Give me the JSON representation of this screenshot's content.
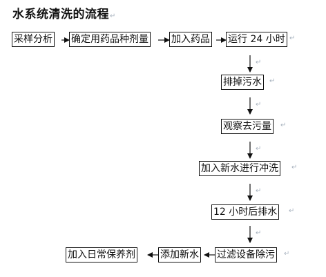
{
  "title": "水系统清洗的流程",
  "para_mark": "↵",
  "steps": {
    "s1": "采样分析",
    "s2": "确定用药品种剂量",
    "s3": "加入药品",
    "s4": "运行 24 小时",
    "s5": "排掉污水",
    "s6": "观察去污量",
    "s7": "加入新水进行冲洗",
    "s8": "12 小时后排水",
    "s9": "过滤设备除污",
    "s10": "添加新水",
    "s11": "加入日常保养剂"
  }
}
